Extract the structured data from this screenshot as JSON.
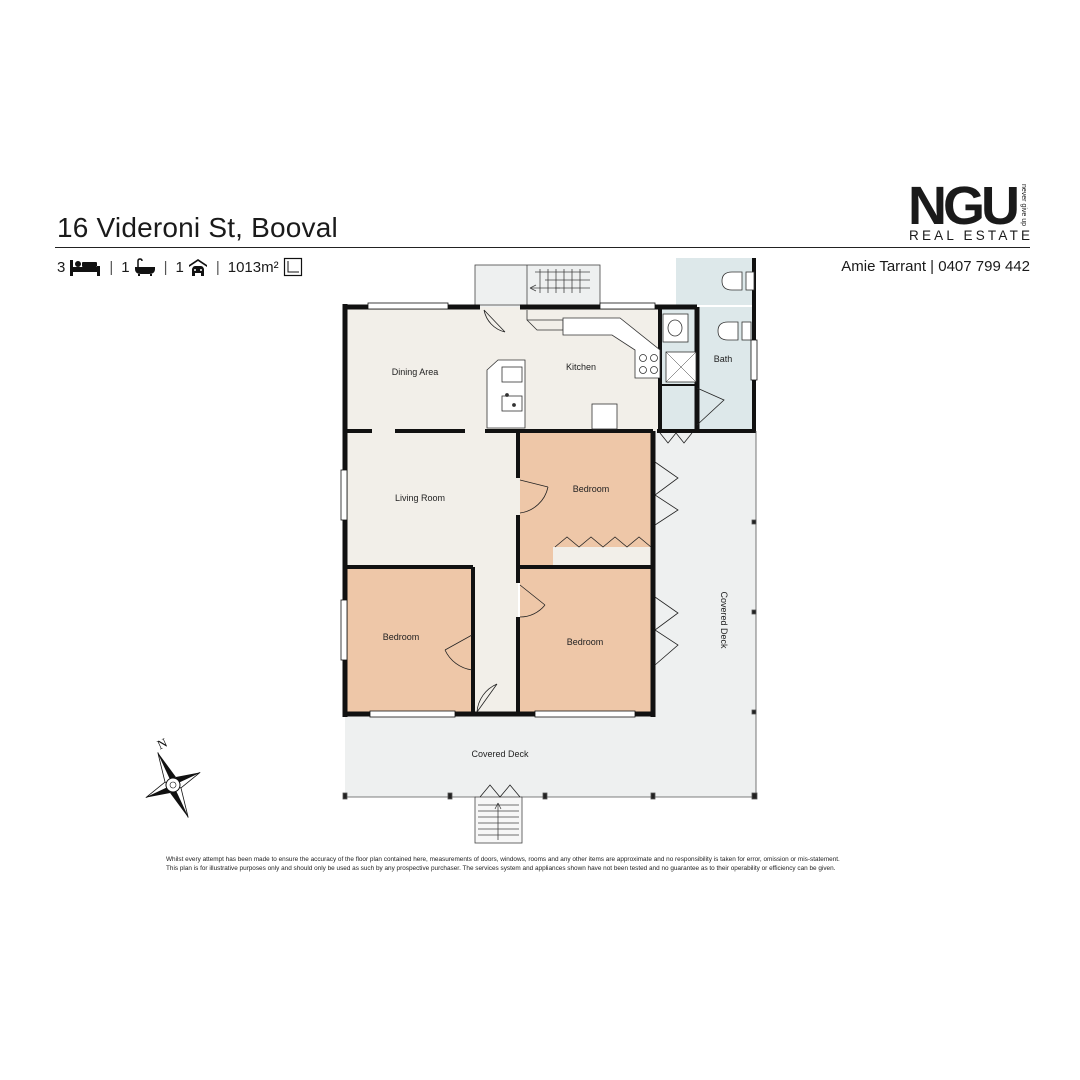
{
  "header": {
    "address": "16 Videroni St, Booval",
    "stats": {
      "bedrooms": "3",
      "bathrooms": "1",
      "garages": "1",
      "land_area": "1013m²"
    },
    "icons": [
      "bed-icon",
      "bath-icon",
      "garage-icon",
      "land-area-icon"
    ],
    "agent": "Amie Tarrant | 0407 799 442"
  },
  "logo": {
    "main": "NGU",
    "sub": "REAL ESTATE",
    "tagline": "never give up"
  },
  "rooms": {
    "dining": "Dining Area",
    "kitchen": "Kitchen",
    "bath": "Bath",
    "living": "Living Room",
    "bedroom_1": "Bedroom",
    "bedroom_2": "Bedroom",
    "bedroom_3": "Bedroom",
    "deck_side": "Covered Deck",
    "deck_front": "Covered Deck"
  },
  "compass": {
    "label": "N"
  },
  "colors": {
    "bedroom": "#eec7a8",
    "living": "#f2efe9",
    "deck": "#eef0f0",
    "bath": "#dde8ea",
    "wall": "#111111"
  },
  "disclaimer": [
    "Whilst every attempt has been made to ensure the accuracy of the floor plan contained here, measurements of doors, windows, rooms and any other items are approximate and no responsibility is taken for error, omission or mis-statement.",
    "This plan is for illustrative purposes only and should only be used as such by any prospective purchaser. The services system and appliances shown have not been tested and no guarantee as to their operability or efficiency can be given."
  ]
}
